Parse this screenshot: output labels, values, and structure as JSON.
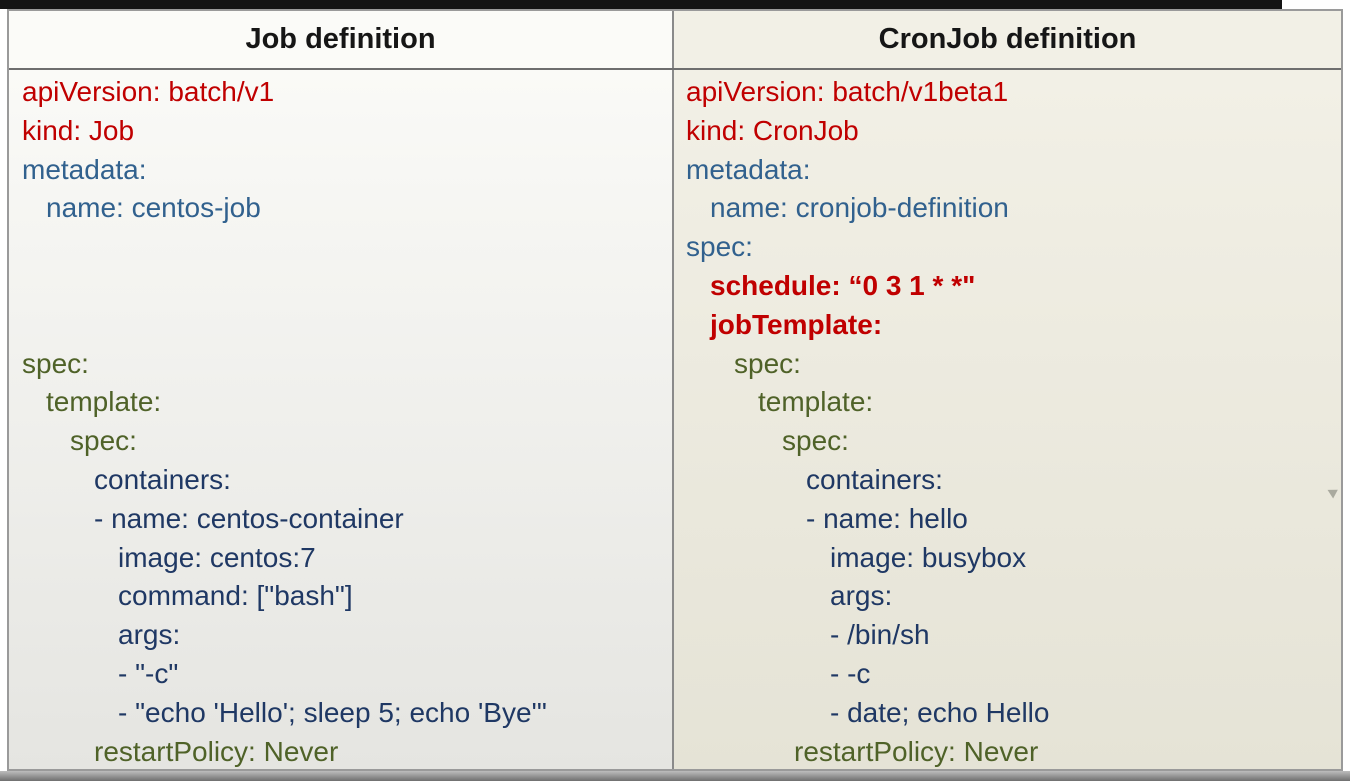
{
  "colors": {
    "red": "#C00000",
    "blue": "#31618E",
    "navy": "#1F3864",
    "green": "#4F6228"
  },
  "columns": [
    {
      "id": "job",
      "title": "Job definition",
      "lines": [
        {
          "text": "apiVersion: batch/v1",
          "color": "red",
          "indent": 0
        },
        {
          "text": "kind: Job",
          "color": "red",
          "indent": 0
        },
        {
          "text": "metadata:",
          "color": "blue",
          "indent": 0
        },
        {
          "text": "name: centos-job",
          "color": "blue",
          "indent": 2
        },
        {
          "text": "",
          "color": "navy",
          "indent": 0
        },
        {
          "text": "",
          "color": "navy",
          "indent": 0
        },
        {
          "text": "",
          "color": "navy",
          "indent": 0
        },
        {
          "text": "spec:",
          "color": "green",
          "indent": 0
        },
        {
          "text": "template:",
          "color": "green",
          "indent": 2
        },
        {
          "text": "spec:",
          "color": "green",
          "indent": 4
        },
        {
          "text": "containers:",
          "color": "navy",
          "indent": 6
        },
        {
          "text": "- name: centos-container",
          "color": "navy",
          "indent": 6
        },
        {
          "text": "image: centos:7",
          "color": "navy",
          "indent": 8
        },
        {
          "text": "command: [\"bash\"]",
          "color": "navy",
          "indent": 8
        },
        {
          "text": "args:",
          "color": "navy",
          "indent": 8
        },
        {
          "text": "- \"-c\"",
          "color": "navy",
          "indent": 8
        },
        {
          "text": "- \"echo 'Hello'; sleep 5; echo 'Bye'\"",
          "color": "navy",
          "indent": 8
        },
        {
          "text": "restartPolicy: Never",
          "color": "green",
          "indent": 6
        }
      ]
    },
    {
      "id": "cronjob",
      "title": "CronJob definition",
      "lines": [
        {
          "text": "apiVersion: batch/v1beta1",
          "color": "red",
          "indent": 0
        },
        {
          "text": "kind: CronJob",
          "color": "red",
          "indent": 0
        },
        {
          "text": "metadata:",
          "color": "blue",
          "indent": 0
        },
        {
          "text": "name: cronjob-definition",
          "color": "blue",
          "indent": 2
        },
        {
          "text": "spec:",
          "color": "blue",
          "indent": 0
        },
        {
          "text": "schedule: “0 3 1 * *\"",
          "color": "red",
          "indent": 2,
          "bold": true
        },
        {
          "text": "jobTemplate:",
          "color": "red",
          "indent": 2,
          "bold": true
        },
        {
          "text": "spec:",
          "color": "green",
          "indent": 4
        },
        {
          "text": "template:",
          "color": "green",
          "indent": 6
        },
        {
          "text": "spec:",
          "color": "green",
          "indent": 8
        },
        {
          "text": "containers:",
          "color": "navy",
          "indent": 10
        },
        {
          "text": "- name: hello",
          "color": "navy",
          "indent": 10
        },
        {
          "text": "image: busybox",
          "color": "navy",
          "indent": 12
        },
        {
          "text": "args:",
          "color": "navy",
          "indent": 12
        },
        {
          "text": "- /bin/sh",
          "color": "navy",
          "indent": 12
        },
        {
          "text": "- -c",
          "color": "navy",
          "indent": 12
        },
        {
          "text": "- date; echo Hello",
          "color": "navy",
          "indent": 12
        },
        {
          "text": "restartPolicy: Never",
          "color": "green",
          "indent": 9
        }
      ]
    }
  ]
}
